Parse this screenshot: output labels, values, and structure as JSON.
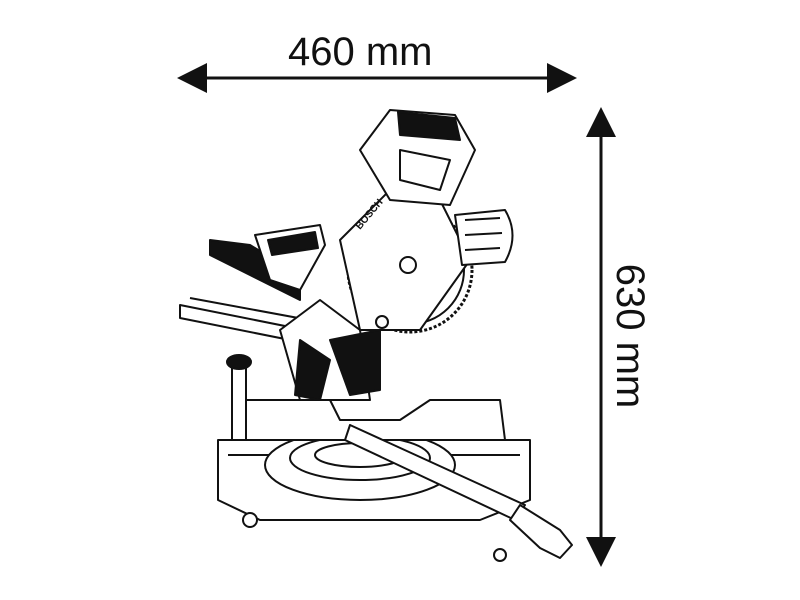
{
  "dimensions": {
    "width_label": "460 mm",
    "height_label": "630 mm"
  },
  "drawing": {
    "subject": "sliding-miter-saw",
    "brand_mark": "BOSCH",
    "line_color": "#111111",
    "background": "#ffffff"
  }
}
